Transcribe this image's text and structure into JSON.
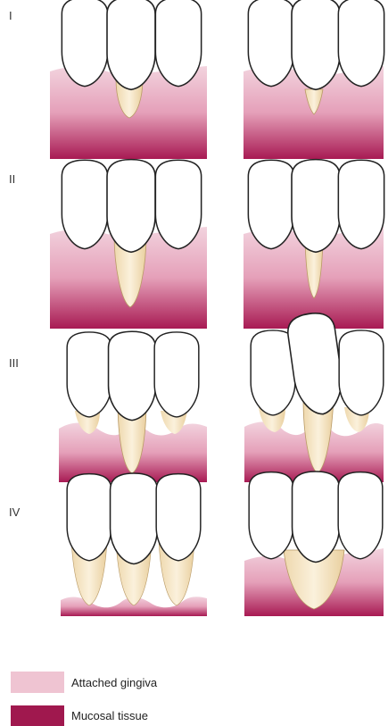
{
  "classes": [
    {
      "label": "I"
    },
    {
      "label": "II"
    },
    {
      "label": "III"
    },
    {
      "label": "IV"
    }
  ],
  "legend": [
    {
      "label": "Attached gingiva",
      "color": "#efc4d2"
    },
    {
      "label": "Mucosal tissue",
      "color": "#a0184e"
    }
  ],
  "colors": {
    "gum_top": "#f4dbe3",
    "gum_bottom": "#b0245d",
    "root": "#f6e8c8",
    "tooth": "#ffffff",
    "outline": "#222222"
  }
}
